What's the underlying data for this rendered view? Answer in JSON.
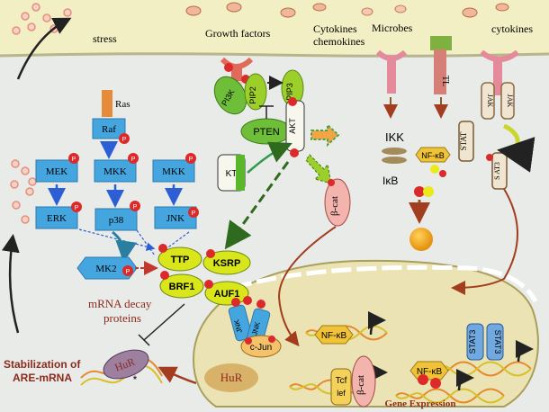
{
  "labels": {
    "stress": "stress",
    "growth_factors": "Growth factors",
    "cytokines_chemokines_1": "Cytokines",
    "cytokines_chemokines_2": "chemokines",
    "microbes": "Microbes",
    "cytokines": "cytokines",
    "mrna_decay_1": "mRNA decay",
    "mrna_decay_2": "proteins",
    "stabilization_1": "Stabilization of",
    "stabilization_2": "ARE-mRNA",
    "gene_expression": "Gene Expression"
  },
  "nodes": {
    "ras": "Ras",
    "raf": "Raf",
    "mek": "MEK",
    "mkk_1": "MKK",
    "mkk_2": "MKK",
    "erk": "ERK",
    "p38": "p38",
    "jnk": "JNK",
    "mk2": "MK2",
    "ttp": "TTP",
    "ksrp": "KSRP",
    "brf1": "BRF1",
    "auf1": "AUF1",
    "pi3k": "PI3K",
    "pip2": "PIP2",
    "pip3": "PIP3",
    "pten": "PTEN",
    "akt": "AKT",
    "kt": "KT",
    "beta_cat": "β-cat",
    "ikk": "IKK",
    "nfkb": "NF-κB",
    "ikb": "IκB",
    "tl": "TL",
    "jak_1": "JAK",
    "jak_2": "JAK",
    "stat": "STAT",
    "stat3": "S AT3",
    "hur": "HuR",
    "hur_nucleus": "HuR",
    "jnk_nuc_1": "JNK",
    "jnk_nuc_2": "JNK",
    "cjun": "c-Jun",
    "nfkb_nuc_1": "NF-κB",
    "nfkb_nuc_2": "NF-κB",
    "stat3_nuc_1": "STAT3",
    "stat3_nuc_2": "STAT3",
    "tcf": "Tcf",
    "lef": "lef",
    "beta_cat_nuc": "β-cat",
    "p": "P",
    "star": "*"
  },
  "colors": {
    "membrane": "#f2efc4",
    "cytoplasm": "#e9ebe9",
    "nucleus": "#ece3b4",
    "kinase_blue": "#45a6df",
    "green": "#9ccf2a",
    "yellow_green": "#d8e61b",
    "phospho_red": "#dc2a2a",
    "receptor": "#e0606a",
    "dna_orange": "#e58a2b",
    "dark_red": "#8c2a1c"
  }
}
